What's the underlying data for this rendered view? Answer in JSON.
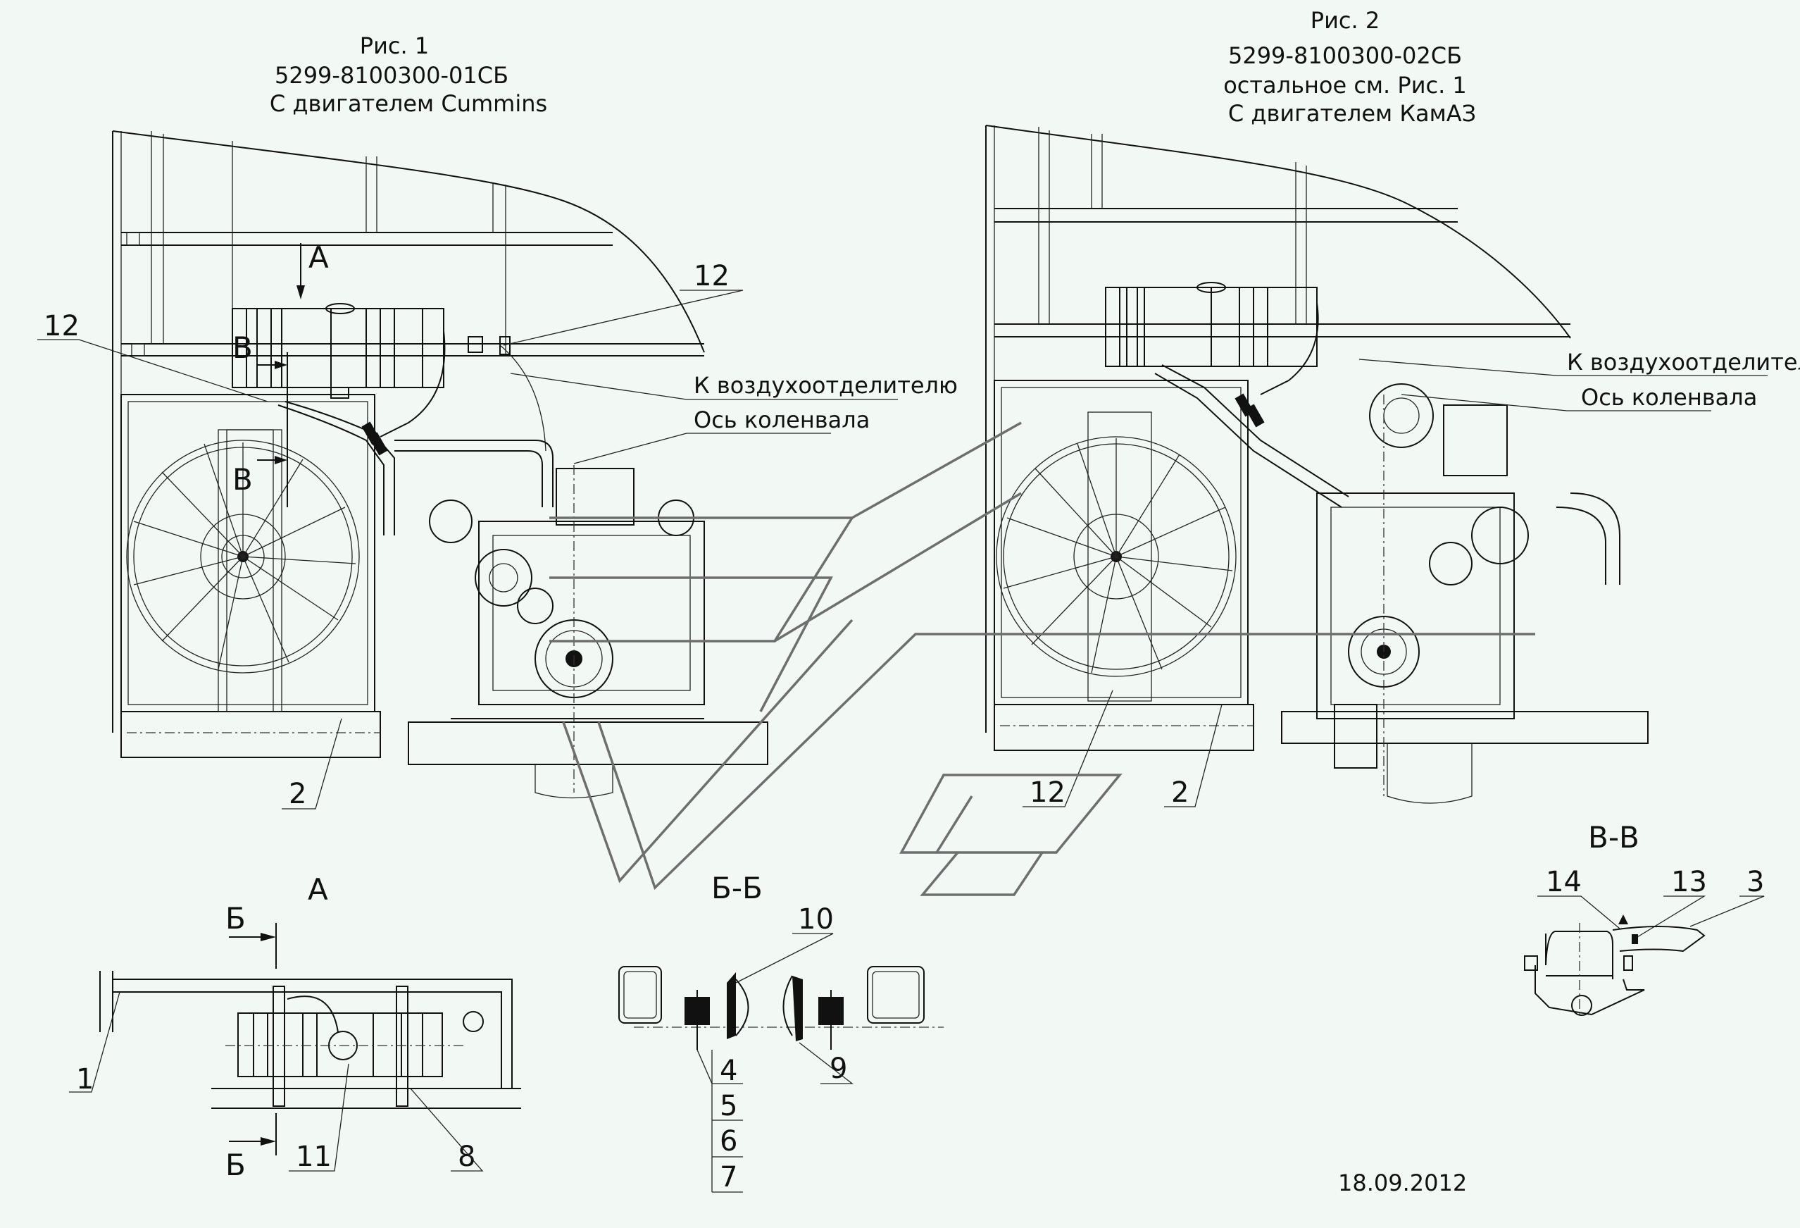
{
  "figure1": {
    "title": "Рис. 1",
    "code": "5299-8100300-01СБ",
    "engine": "С двигателем Cummins",
    "callouts": {
      "air_separator": "К воздухоотделителю",
      "crank_axis": "Ось коленвала"
    },
    "view_marks": {
      "a": "А",
      "v1": "В",
      "v2": "В"
    },
    "positions": [
      "12",
      "12",
      "2"
    ]
  },
  "figure2": {
    "title": "Рис. 2",
    "code": "5299-8100300-02СБ",
    "note": "остальное см. Рис. 1",
    "engine": "С двигателем КамАЗ",
    "callouts": {
      "air_separator": "К воздухоотделителю",
      "crank_axis": "Ось коленвала"
    },
    "positions": [
      "12",
      "2"
    ]
  },
  "view_a": {
    "title": "А",
    "section_mark_top": "Б",
    "section_mark_bottom": "Б",
    "positions": [
      "1",
      "11",
      "8"
    ]
  },
  "section_bb": {
    "title": "Б-Б",
    "positions": [
      "10",
      "9"
    ],
    "stacked_positions": [
      "4",
      "5",
      "6",
      "7"
    ]
  },
  "section_vv": {
    "title": "В-В",
    "positions": [
      "14",
      "13",
      "3"
    ]
  },
  "date": "18.09.2012"
}
